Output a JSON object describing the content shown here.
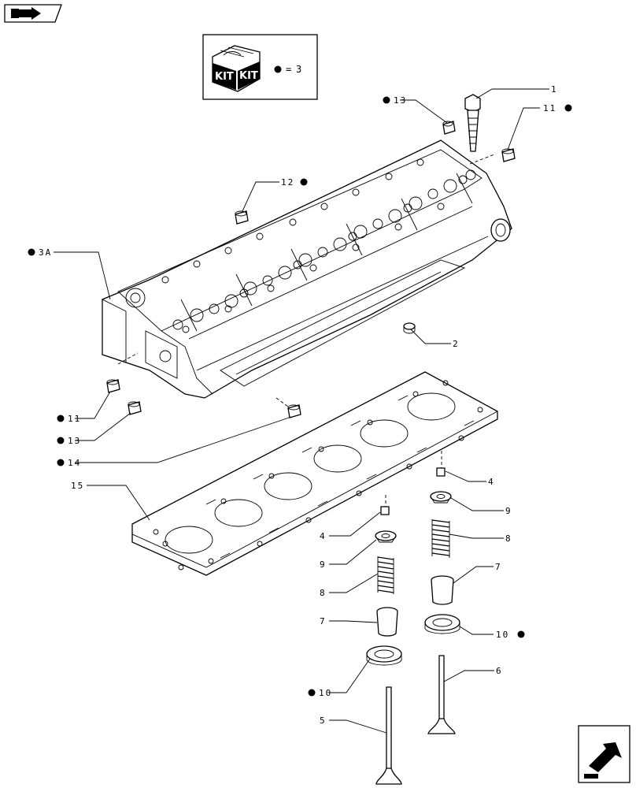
{
  "kit_box": {
    "kit_word_left": "KIT",
    "kit_word_right": "KIT",
    "equals": "=",
    "value": "3"
  },
  "callouts": {
    "c1": "1",
    "c2": "2",
    "c3a": "3A",
    "c4a": "4",
    "c4b": "4",
    "c5": "5",
    "c6": "6",
    "c7a": "7",
    "c7b": "7",
    "c8a": "8",
    "c8b": "8",
    "c9a": "9",
    "c9b": "9",
    "c10a": "10",
    "c10b": "10",
    "c11a": "11",
    "c11b": "11",
    "c12": "12",
    "c13a": "13",
    "c13b": "13",
    "c14": "14",
    "c15": "15"
  },
  "icons": {
    "top_left": "book-arrow-icon",
    "bottom_right": "next-page-arrow-icon",
    "kit_marker": "kit-bullet-icon"
  }
}
